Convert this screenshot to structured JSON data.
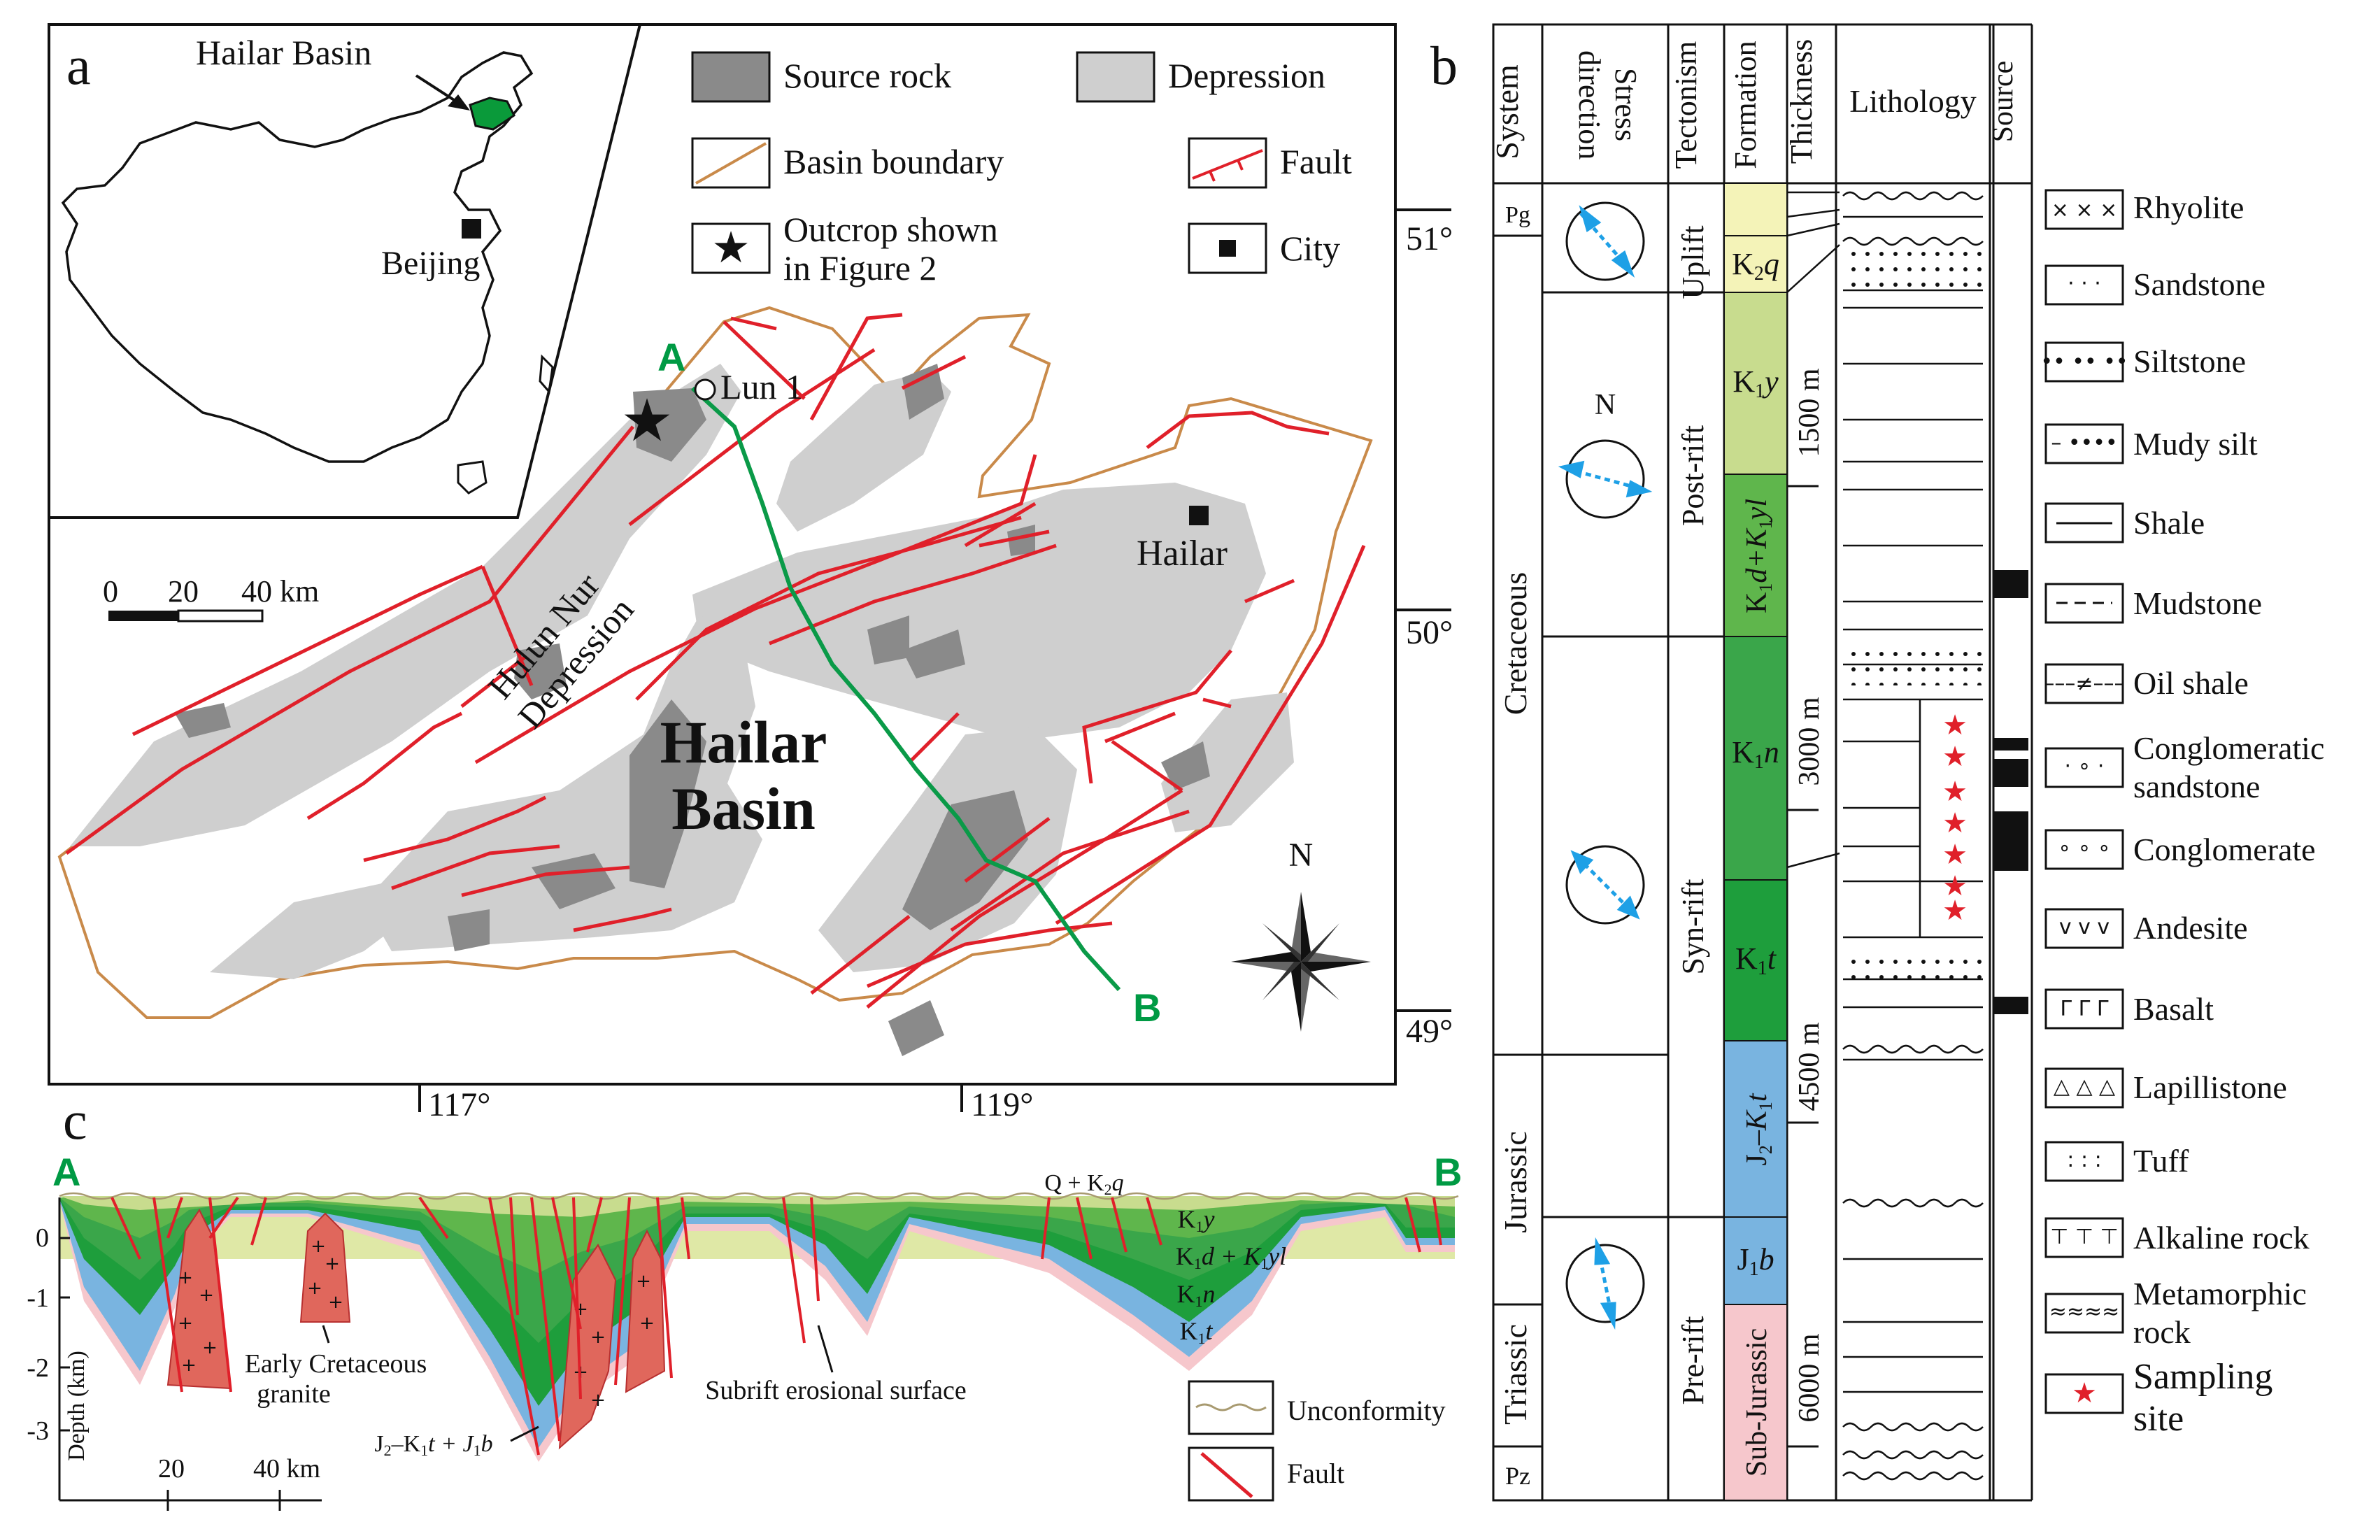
{
  "panel_a": {
    "label": "a",
    "inset": {
      "basin_label": "Hailar  Basin",
      "city_label": "Beijing"
    },
    "legend": {
      "source_rock": "Source rock",
      "depression": "Depression",
      "basin_boundary": "Basin boundary",
      "fault": "Fault",
      "outcrop_line1": "Outcrop shown",
      "outcrop_line2": "in Figure 2",
      "city": "City"
    },
    "latitudes": [
      "51°",
      "50°",
      "49°"
    ],
    "longitudes": [
      "117°",
      "119°"
    ],
    "scale": {
      "zero": "0",
      "mid": "20",
      "end": "40 km"
    },
    "labels": {
      "point_a": "A",
      "point_b": "B",
      "well": "Lun 1",
      "depression_line1": "Hulun Nur",
      "depression_line2": "Depression",
      "city": "Hailar",
      "basin_line1": "Hailar",
      "basin_line2": "Basin",
      "north": "N"
    },
    "colors": {
      "source_rock": "#8a8a8a",
      "depression": "#cfcfcf",
      "boundary": "#c98a4a",
      "fault": "#e0202a",
      "section": "#0a9a48"
    }
  },
  "panel_b": {
    "label": "b",
    "headers": {
      "system": "System",
      "stress": "Stress direction",
      "tectonism": "Tectonism",
      "formation": "Formation",
      "thickness": "Thickness",
      "lithology": "Lithology",
      "source": "Source"
    },
    "systems": [
      "Pg",
      "Cretaceous",
      "Jurassic",
      "Triassic",
      "Pz"
    ],
    "tectonism": [
      "Uplift",
      "Post-rift",
      "Syn-rift",
      "Pre-rift"
    ],
    "formations": [
      {
        "base": "K",
        "sub": "2",
        "tail": "q",
        "color": "#f4f3b8"
      },
      {
        "base": "K",
        "sub": "1",
        "tail": "y",
        "color": "#c8dc8e"
      },
      {
        "base": "K",
        "sub": "1",
        "tail": "d+K",
        "sub2": "1",
        "tail2": "yl",
        "color": "#5fb64c"
      },
      {
        "base": "K",
        "sub": "1",
        "tail": "n",
        "color": "#3aa64a"
      },
      {
        "base": "K",
        "sub": "1",
        "tail": "t",
        "color": "#1e9e3c"
      },
      {
        "base": "J",
        "sub": "2",
        "tail": "–K",
        "sub2": "1",
        "tail2": "t",
        "color": "#79b4e0"
      },
      {
        "base": "J",
        "sub": "1",
        "tail": "b",
        "color": "#79b4e0"
      },
      {
        "base": "Sub-Jurassic",
        "sub": "",
        "tail": "",
        "color": "#f6c7cc"
      }
    ],
    "thickness": [
      "1500 m",
      "3000 m",
      "4500 m",
      "6000 m"
    ],
    "north": "N",
    "lithology_legend": [
      {
        "icon": "rhyolite-icon",
        "label": "Rhyolite"
      },
      {
        "icon": "sandstone-icon",
        "label": "Sandstone"
      },
      {
        "icon": "siltstone-icon",
        "label": "Siltstone"
      },
      {
        "icon": "mudy-silt-icon",
        "label": "Mudy silt"
      },
      {
        "icon": "shale-icon",
        "label": "Shale"
      },
      {
        "icon": "mudstone-icon",
        "label": "Mudstone"
      },
      {
        "icon": "oil-shale-icon",
        "label": "Oil shale"
      },
      {
        "icon": "conglomeratic-sandstone-icon",
        "label": "Conglomeratic",
        "label2": "sandstone"
      },
      {
        "icon": "conglomerate-icon",
        "label": "Conglomerate"
      },
      {
        "icon": "andesite-icon",
        "label": "Andesite"
      },
      {
        "icon": "basalt-icon",
        "label": "Basalt"
      },
      {
        "icon": "lapillistone-icon",
        "label": "Lapillistone"
      },
      {
        "icon": "tuff-icon",
        "label": "Tuff"
      },
      {
        "icon": "alkaline-rock-icon",
        "label": "Alkaline rock"
      },
      {
        "icon": "metamorphic-rock-icon",
        "label": "Metamorphic",
        "label2": "rock"
      },
      {
        "icon": "sampling-site-icon",
        "label": "Sampling",
        "label2": "site"
      }
    ]
  },
  "panel_c": {
    "label": "c",
    "end_a": "A",
    "end_b": "B",
    "top_label": "Q + K",
    "top_label_sub": "2",
    "top_label_tail": "q",
    "layer_labels": [
      {
        "base": "K",
        "sub": "1",
        "tail": "y"
      },
      {
        "base": "K",
        "sub": "1",
        "tail": "d + K",
        "sub2": "1",
        "tail2": "yl"
      },
      {
        "base": "K",
        "sub": "1",
        "tail": "n"
      },
      {
        "base": "K",
        "sub": "1",
        "tail": "t"
      }
    ],
    "granite_line1": "Early Cretaceous",
    "granite_line2": "granite",
    "erosion": "Subrift erosional surface",
    "jb_label": {
      "p1": "J",
      "s1": "2",
      "p2": "–K",
      "s2": "1",
      "p3": "t + J",
      "s3": "1",
      "p4": "b"
    },
    "y_axis": "Depth (km)",
    "y_ticks": [
      "0",
      "-1",
      "-2",
      "-3"
    ],
    "scale": {
      "mid": "20",
      "end": "40 km"
    },
    "legend": {
      "unconformity": "Unconformity",
      "fault": "Fault"
    }
  }
}
